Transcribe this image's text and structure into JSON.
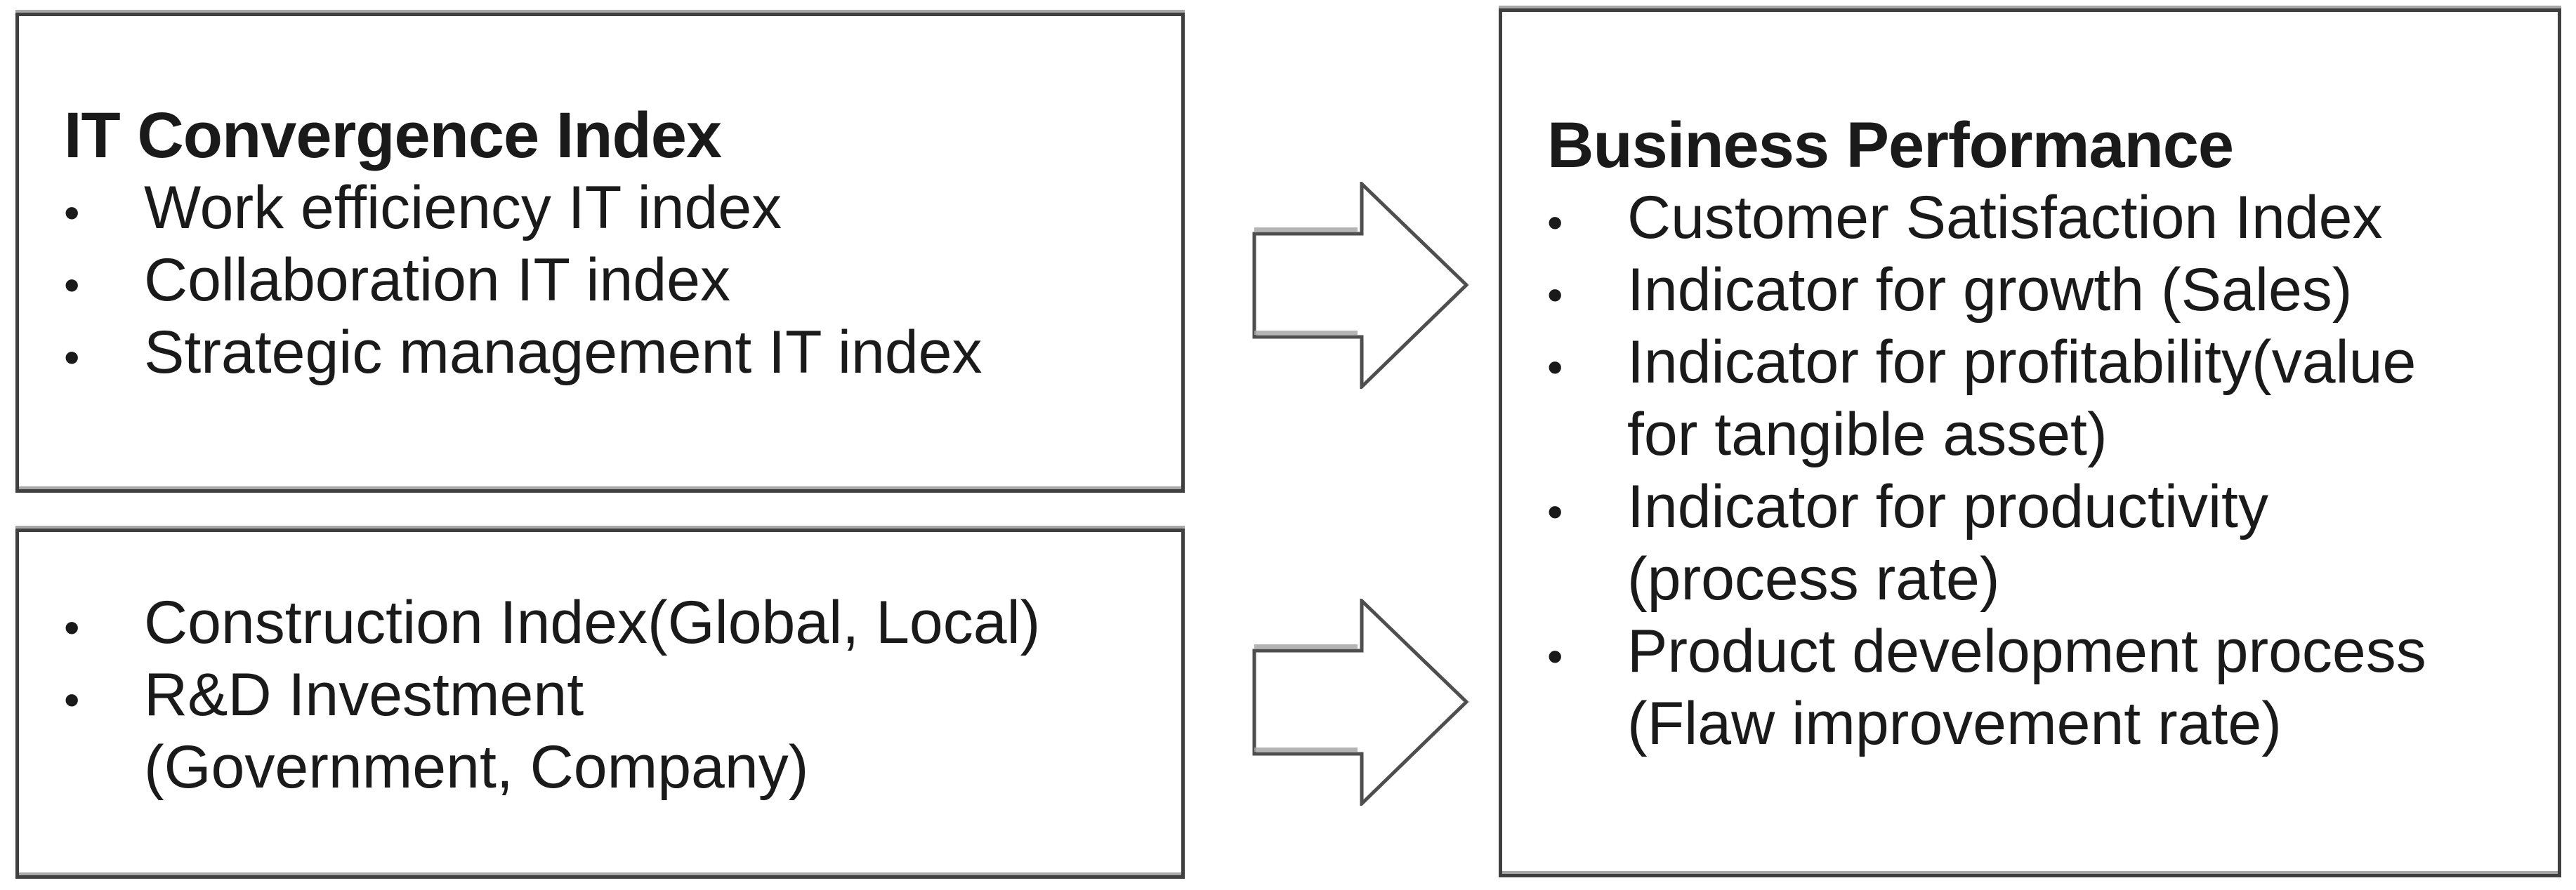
{
  "canvas": {
    "background": "#ffffff",
    "border_color": "#3f3f3f",
    "arrow_outline_color": "#4e4e4e",
    "shadow_color": "#a8a8a8",
    "text_color": "#1a1a1a",
    "bullet_glyph": "•"
  },
  "boxes": {
    "it_convergence": {
      "title": "IT Convergence Index",
      "items": [
        {
          "line1": "Work efficiency IT index"
        },
        {
          "line1": "Collaboration IT index"
        },
        {
          "line1": "Strategic management IT index"
        }
      ]
    },
    "investment": {
      "items": [
        {
          "line1": "Construction Index(Global, Local)"
        },
        {
          "line1": "R&D Investment",
          "line2": "(Government, Company)"
        }
      ]
    },
    "business_performance": {
      "title": "Business Performance",
      "items": [
        {
          "line1": "Customer Satisfaction Index"
        },
        {
          "line1": "Indicator for growth (Sales)"
        },
        {
          "line1": "Indicator for profitability(value",
          "line2": "for tangible asset)"
        },
        {
          "line1": "Indicator for productivity",
          "line2": "(process rate)"
        },
        {
          "line1": "Product development process",
          "line2": "(Flaw improvement rate)"
        }
      ]
    }
  }
}
